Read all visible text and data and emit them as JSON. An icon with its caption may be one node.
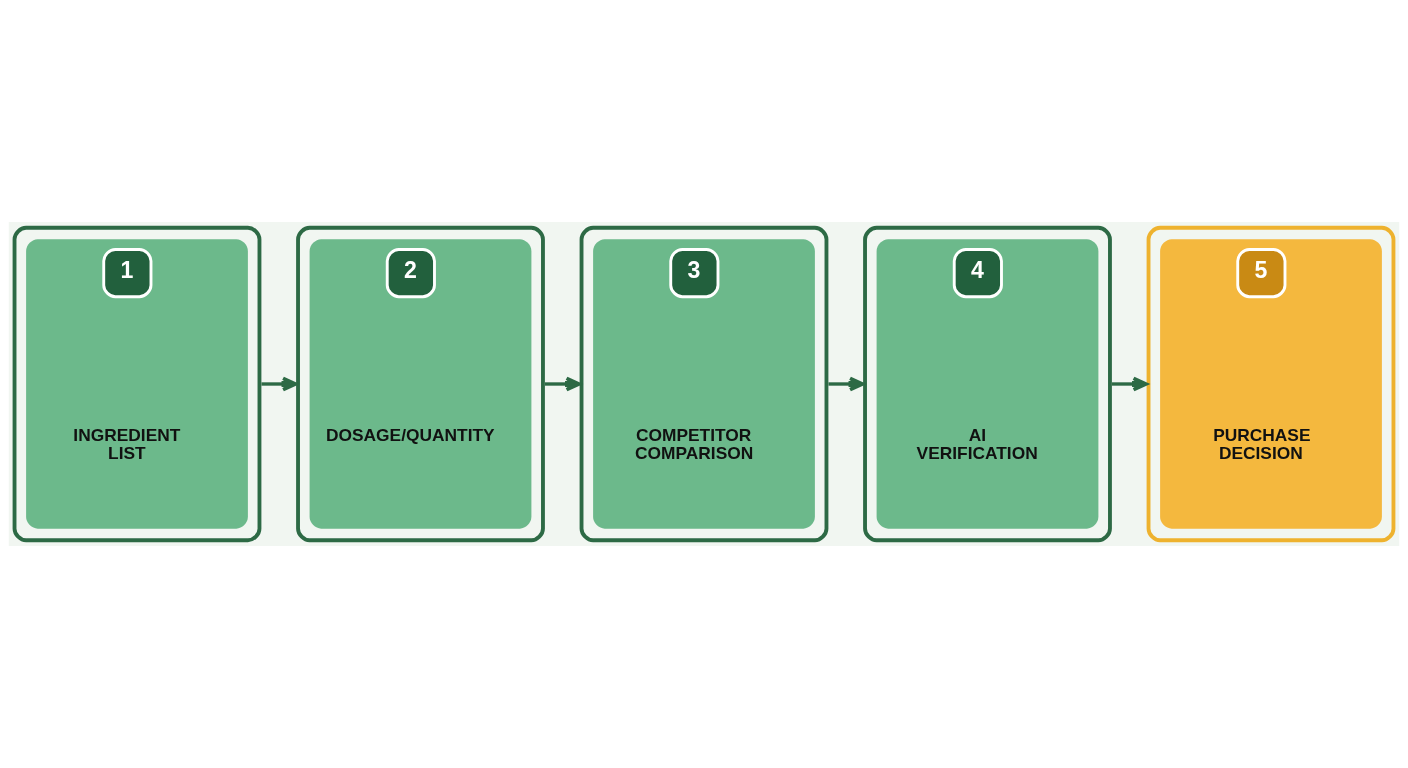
{
  "diagram": {
    "nodes": [
      {
        "text": [
          "1",
          "INGREDIENT LIST"
        ]
      },
      {
        "text": [
          "2",
          "DOSAGE/QUANTITY"
        ]
      },
      {
        "text": [
          "3",
          "COMPETITOR COMPARISON"
        ]
      },
      {
        "text": [
          "4",
          "AI VERIFICATION"
        ]
      },
      {
        "text": [
          "5",
          "PURCHASE DECISION"
        ]
      }
    ],
    "edges": [
      {
        "from": 0,
        "to": 1,
        "arrow": "to"
      },
      {
        "from": 1,
        "to": 2,
        "arrow": "to"
      },
      {
        "from": 2,
        "to": 3,
        "arrow": "to"
      },
      {
        "from": 3,
        "to": 4,
        "arrow": "to"
      }
    ]
  }
}
